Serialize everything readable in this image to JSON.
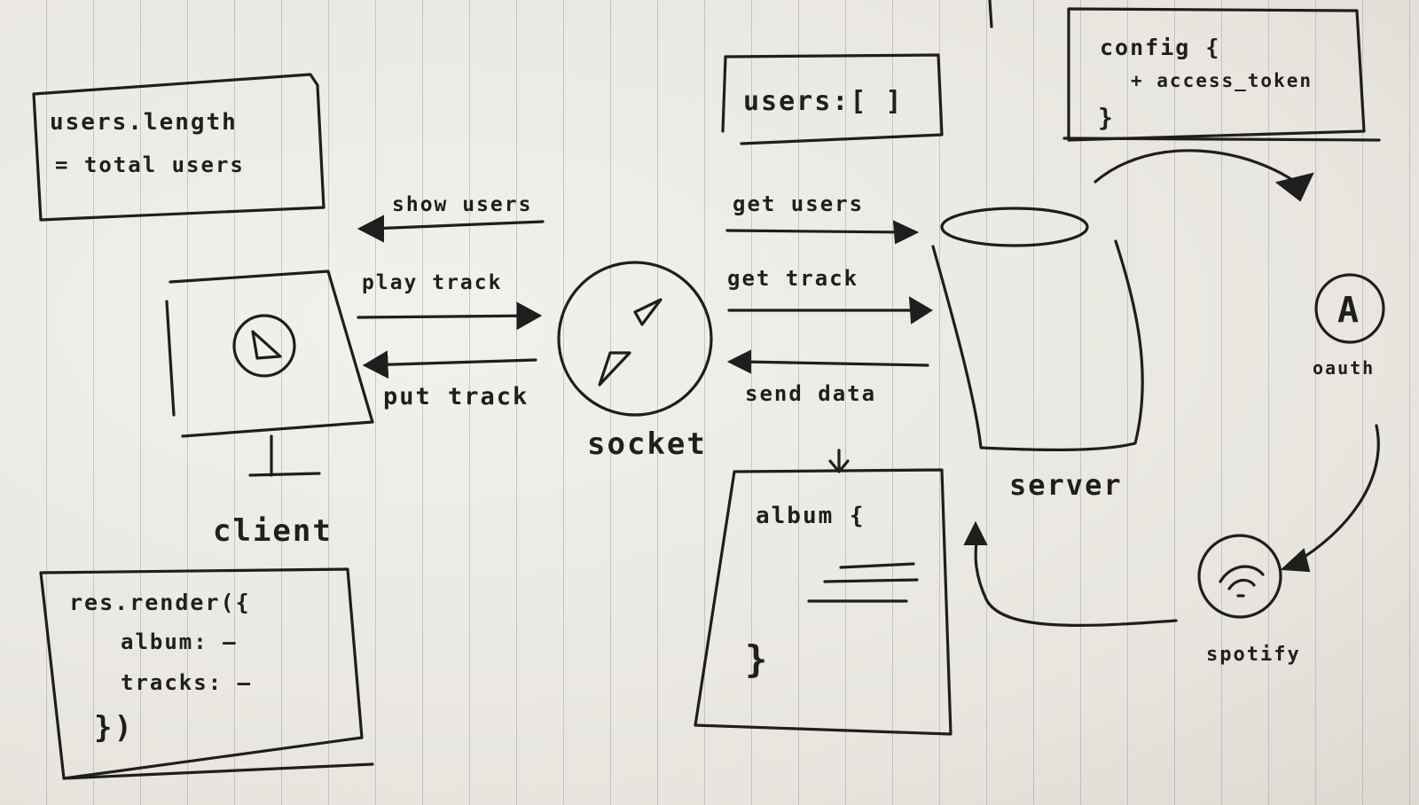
{
  "labels": {
    "users_length_line1": "users.length",
    "users_length_line2": "= total users",
    "users_array": "users:[ ]",
    "config_line1": "config {",
    "config_line2": "+ access_token",
    "config_line3": "}",
    "show_users": "show users",
    "play_track": "play track",
    "put_track": "put track",
    "get_users": "get users",
    "get_track": "get track",
    "send_data": "send data",
    "client": "client",
    "socket": "socket",
    "server": "server",
    "oauth": "oauth",
    "oauth_letter": "A",
    "spotify": "spotify",
    "album_line1": "album {",
    "album_line2": "}",
    "render_line1": "res.render({",
    "render_line2": "album: —",
    "render_line3": "tracks: —",
    "render_line4": "})"
  },
  "colors": {
    "ink": "#1e1e1e",
    "paper": "#eeece6",
    "rule_lines": "#9696a0"
  }
}
